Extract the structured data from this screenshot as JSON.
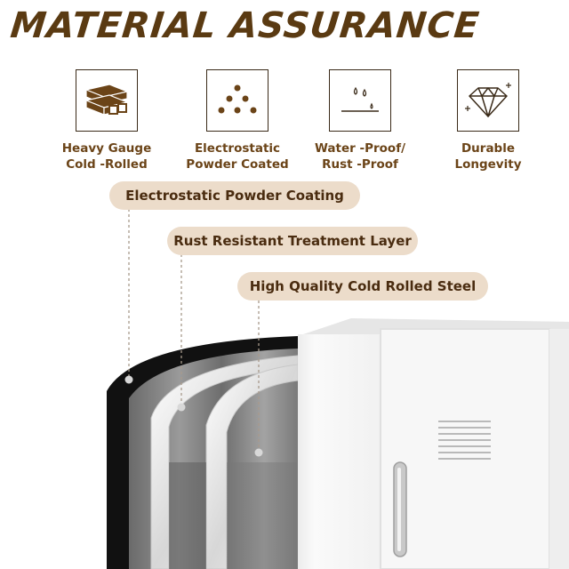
{
  "title": "MATERIAL ASSURANCE",
  "features": [
    {
      "icon": "steel-bars-icon",
      "line1": "Heavy Gauge",
      "line2": "Cold -Rolled"
    },
    {
      "icon": "powder-dots-icon",
      "line1": "Electrostatic",
      "line2": "Powder Coated"
    },
    {
      "icon": "water-drops-icon",
      "line1": "Water -Proof/",
      "line2": "Rust -Proof"
    },
    {
      "icon": "diamond-icon",
      "line1": "Durable",
      "line2": "Longevity"
    }
  ],
  "layers": [
    {
      "label": "Electrostatic Powder Coating"
    },
    {
      "label": "Rust Resistant Treatment Layer"
    },
    {
      "label": "High Quality Cold Rolled Steel"
    }
  ],
  "colors": {
    "title": "#5a3a12",
    "caption": "#6b4418",
    "pill_bg": "#ecdcca",
    "cabinet": "#f4f4f4"
  }
}
